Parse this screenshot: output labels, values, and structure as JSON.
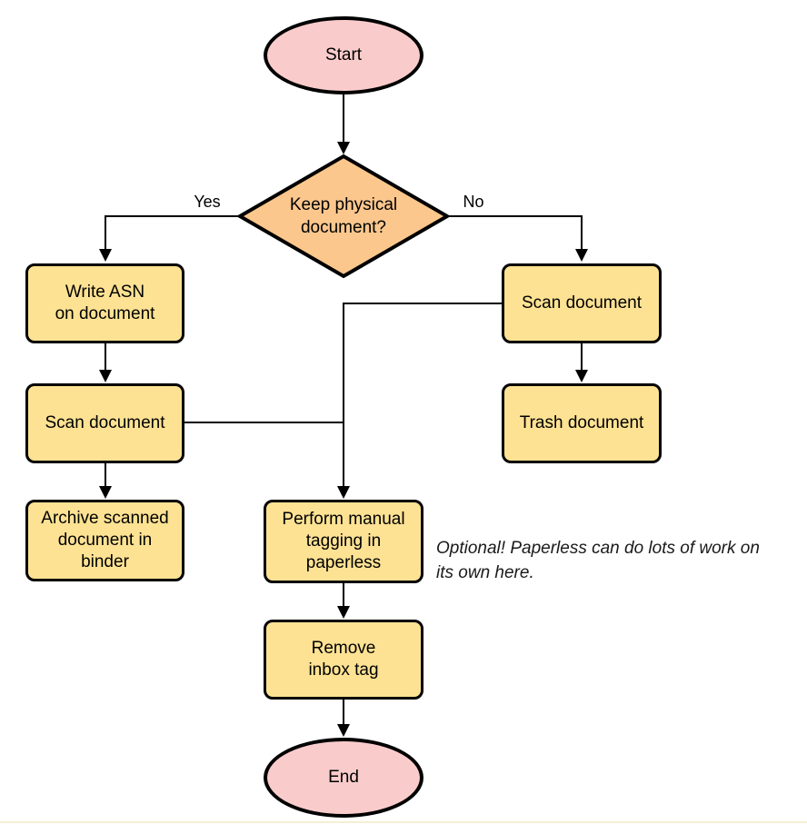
{
  "colors": {
    "terminal_fill": "#f9cccb",
    "decision_fill": "#fbc78d",
    "process_fill": "#fde293",
    "stroke": "#000000"
  },
  "nodes": {
    "start": {
      "label": "Start",
      "type": "terminal"
    },
    "decision": {
      "label": [
        "Keep physical",
        "document?"
      ],
      "type": "decision"
    },
    "write_asn": {
      "label": [
        "Write ASN",
        "on document"
      ],
      "type": "process"
    },
    "scan_left": {
      "label": "Scan document",
      "type": "process"
    },
    "archive": {
      "label": [
        "Archive scanned",
        "document in",
        "binder"
      ],
      "type": "process"
    },
    "scan_right": {
      "label": "Scan document",
      "type": "process"
    },
    "trash": {
      "label": "Trash document",
      "type": "process"
    },
    "tagging": {
      "label": [
        "Perform manual",
        "tagging in",
        "paperless"
      ],
      "type": "process"
    },
    "remove_inbox": {
      "label": [
        "Remove",
        "inbox tag"
      ],
      "type": "process"
    },
    "end": {
      "label": "End",
      "type": "terminal"
    }
  },
  "edge_labels": {
    "yes": "Yes",
    "no": "No"
  },
  "annotation": [
    "Optional! Paperless can do lots of work on",
    "its own here."
  ]
}
